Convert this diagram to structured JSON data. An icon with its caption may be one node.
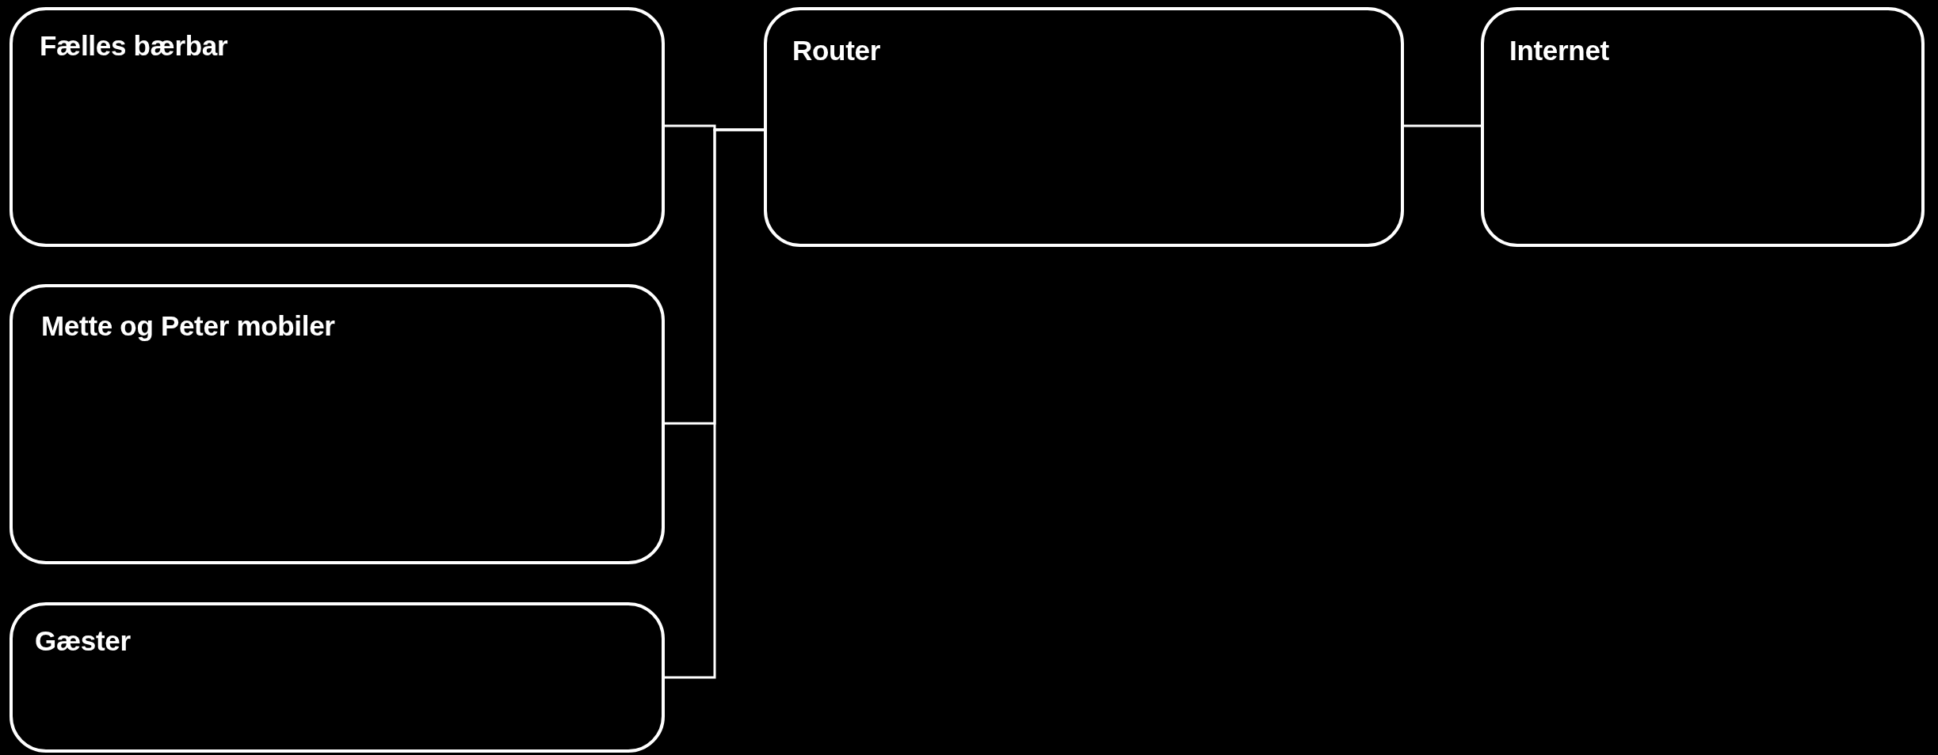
{
  "diagram": {
    "nodes": [
      {
        "text": [
          "Fælles bærbar"
        ]
      },
      {
        "text": [
          "Mette og Peter mobiler"
        ]
      },
      {
        "text": [
          "Gæster"
        ]
      },
      {
        "text": [
          "Router"
        ]
      },
      {
        "text": [
          "Internet"
        ]
      }
    ],
    "edges": [
      {
        "from": 0,
        "to": 3,
        "arrow": "none"
      },
      {
        "from": 1,
        "to": 3,
        "arrow": "none"
      },
      {
        "from": 2,
        "to": 3,
        "arrow": "none"
      },
      {
        "from": 3,
        "to": 4,
        "arrow": "none"
      }
    ]
  }
}
